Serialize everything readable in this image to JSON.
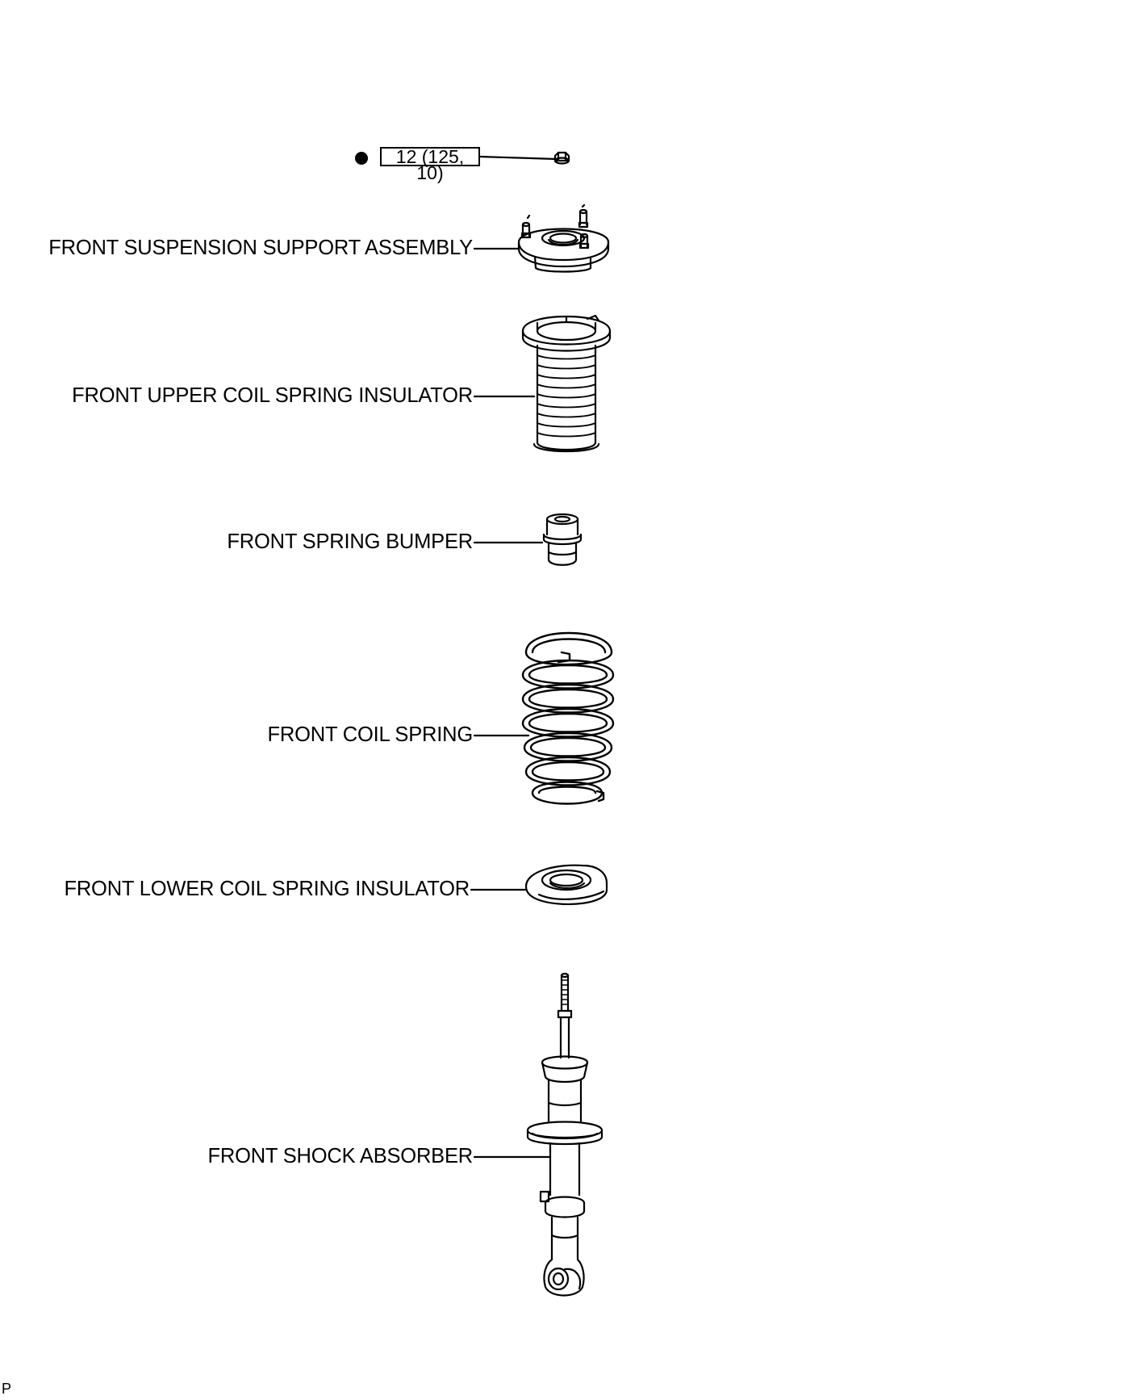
{
  "torque_spec": "12 (125, 10)",
  "parts": {
    "support_assembly": "FRONT SUSPENSION SUPPORT ASSEMBLY",
    "upper_insulator": "FRONT UPPER COIL SPRING INSULATOR",
    "spring_bumper": "FRONT SPRING BUMPER",
    "coil_spring": "FRONT COIL SPRING",
    "lower_insulator": "FRONT LOWER COIL SPRING INSULATOR",
    "shock_absorber": "FRONT SHOCK ABSORBER"
  },
  "corner_mark": "P"
}
